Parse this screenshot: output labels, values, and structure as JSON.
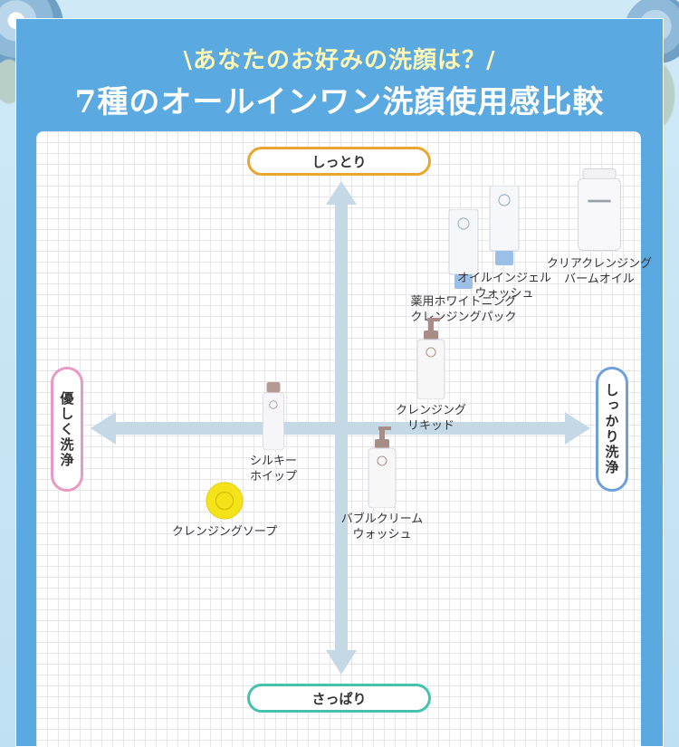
{
  "header": {
    "subtitle": "\\あなたのお好みの洗顔は？/",
    "title": "7種のオールインワン洗顔使用感比較"
  },
  "colors": {
    "frame": "#5aa9e0",
    "axis": "#c4d9e5",
    "moist_border": "#e9a630",
    "fresh_border": "#46c2ac",
    "gentle_border": "#e99ac2",
    "firm_border": "#6ea0de",
    "soap": "#f4e318"
  },
  "chart_data": {
    "type": "scatter",
    "axes": {
      "top": "しっとり",
      "bottom": "さっぱり",
      "left": "優しく洗浄",
      "right": "しっかり洗浄"
    },
    "products": [
      {
        "label_lines": [
          "薬用ホワイトニング",
          "クレンジングパック"
        ],
        "x": 0.45,
        "y": 0.53,
        "icon": "tube-icon"
      },
      {
        "label_lines": [
          "オイルインジェル",
          "ウォッシュ"
        ],
        "x": 0.6,
        "y": 0.62,
        "icon": "tube-icon"
      },
      {
        "label_lines": [
          "クリアクレンジング",
          "バームオイル"
        ],
        "x": 0.95,
        "y": 0.68,
        "icon": "tub-icon"
      },
      {
        "label_lines": [
          "クレンジング",
          "リキッド"
        ],
        "x": 0.33,
        "y": 0.1,
        "icon": "pump-bottle-icon"
      },
      {
        "label_lines": [
          "シルキー",
          "ホイップ"
        ],
        "x": -0.25,
        "y": -0.1,
        "icon": "spray-can-icon"
      },
      {
        "label_lines": [
          "クレンジングソープ"
        ],
        "x": -0.43,
        "y": -0.38,
        "icon": "soap-icon"
      },
      {
        "label_lines": [
          "バブルクリーム",
          "ウォッシュ"
        ],
        "x": 0.15,
        "y": -0.33,
        "icon": "pump-bottle-icon"
      }
    ]
  }
}
